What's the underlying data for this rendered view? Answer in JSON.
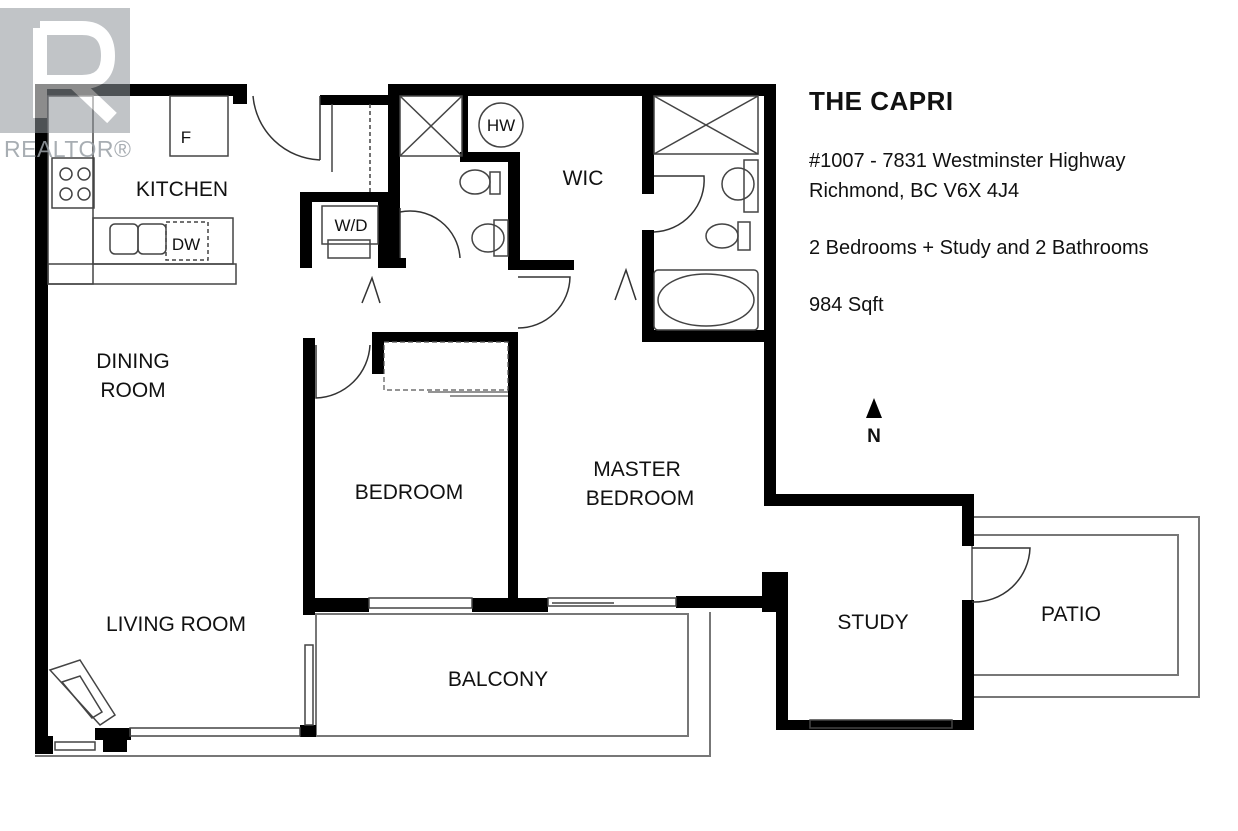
{
  "listing": {
    "title": "THE CAPRI",
    "address_line1": "#1007 - 7831 Westminster Highway",
    "address_line2": "Richmond, BC V6X 4J4",
    "rooms_summary": "2 Bedrooms + Study and 2 Bathrooms",
    "area": "984 Sqft"
  },
  "rooms": {
    "kitchen": "KITCHEN",
    "dining_line1": "DINING",
    "dining_line2": "ROOM",
    "living": "LIVING ROOM",
    "bedroom": "BEDROOM",
    "master_line1": "MASTER",
    "master_line2": "BEDROOM",
    "wic": "WIC",
    "balcony": "BALCONY",
    "study": "STUDY",
    "patio": "PATIO"
  },
  "fixtures": {
    "fridge": "F",
    "dishwasher": "DW",
    "washer_dryer": "W/D",
    "hot_water": "HW"
  },
  "compass": {
    "label": "N"
  },
  "watermark": {
    "text": "REALTOR®",
    "color": "#9aa0a6"
  },
  "colors": {
    "wall": "#000000",
    "thin_line": "#555555",
    "background": "#ffffff"
  }
}
